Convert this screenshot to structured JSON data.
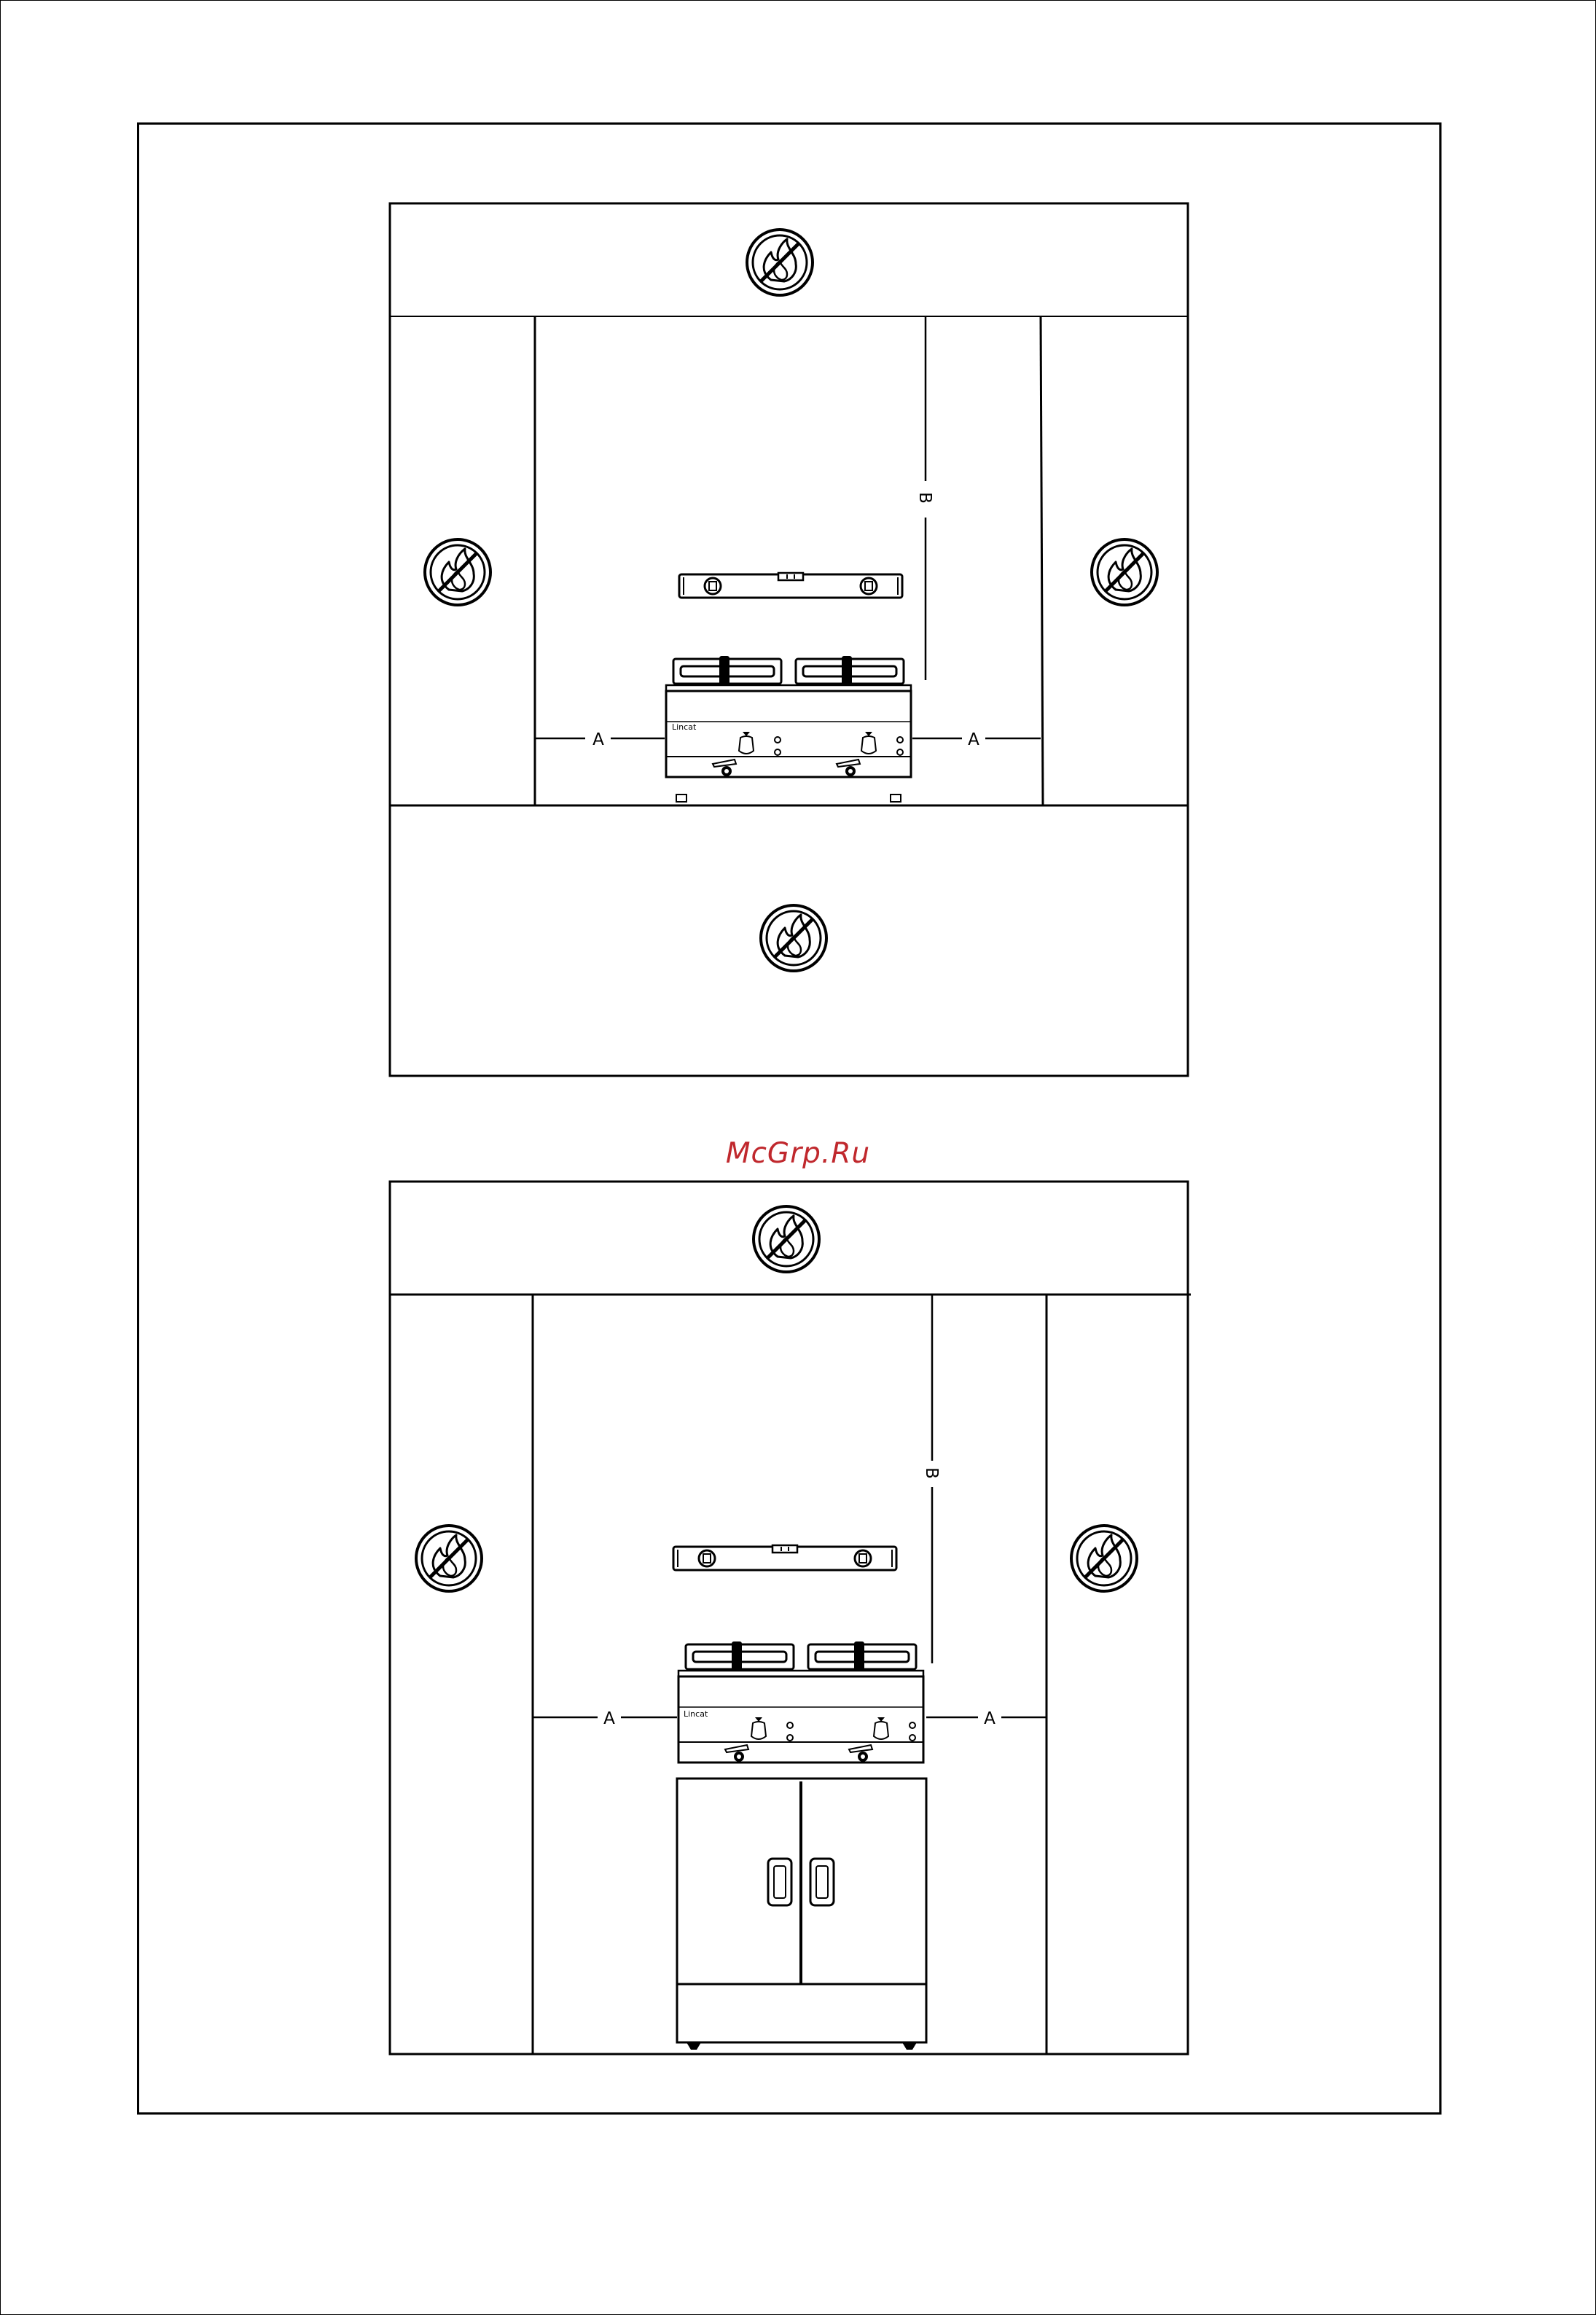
{
  "watermark": {
    "text": "McGrp.Ru",
    "color": "#c0282d"
  },
  "figures": [
    {
      "variant": "countertop-fryer",
      "dimension_labels": {
        "side_left": "A",
        "side_right": "A",
        "top": "B"
      },
      "brand_label": "Lincat",
      "warning_icon": "no-flammable-material-icon"
    },
    {
      "variant": "floor-standing-fryer-on-cabinet",
      "dimension_labels": {
        "side_left": "A",
        "side_right": "A",
        "top": "B"
      },
      "brand_label": "Lincat",
      "warning_icon": "no-flammable-material-icon"
    }
  ],
  "icon_names": [
    "no-flammable-material-icon",
    "spirit-level-icon",
    "fryer-icon",
    "cabinet-icon"
  ],
  "colors": {
    "line": "#000000",
    "background": "#ffffff"
  }
}
